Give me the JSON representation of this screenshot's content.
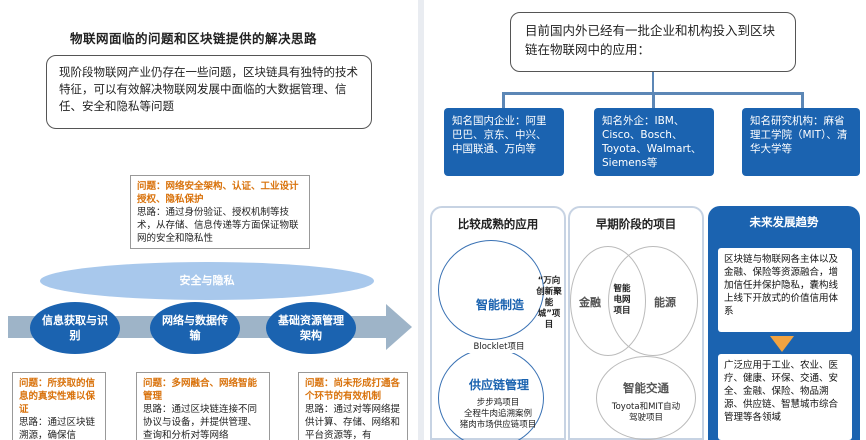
{
  "left": {
    "title": "物联网面临的问题和区块链提供的解决思路",
    "intro": "现阶段物联网产业仍存在一些问题，区块链具有独特的技术特征，可以有效解决物联网发展中面临的大数据管理、信任、安全和隐私等问题",
    "top_note": {
      "problem": "问题：网络安全架构、认证、工业设计授权、隐私保护",
      "idea": "思路：通过身份验证、授权机制等技术，从存储、信息传递等方面保证物联网的安全和隐私性"
    },
    "oval_label": "安全与隐私",
    "nodes": [
      "信息获取与识别",
      "网络与数据传输",
      "基础资源管理架构"
    ],
    "bottom_notes": [
      {
        "problem": "问题：所获取的信息的真实性难以保证",
        "idea": "思路：通过区块链溯源，确保信"
      },
      {
        "problem": "问题：多网融合、网络智能管理",
        "idea": "思路：通过区块链连接不同协议与设备，并提供管理、查询和分析对等网络"
      },
      {
        "problem": "问题：尚未形成打通各个环节的有效机制",
        "idea": "思路：通过对等网络提供计算、存储、网络和平台资源等，有"
      }
    ]
  },
  "right": {
    "title": "目前国内外已经有一批企业和机构投入到区块链在物联网中的应用：",
    "boxes": [
      "知名国内企业：阿里巴巴、京东、中兴、中国联通、万向等",
      "知名外企：IBM、Cisco、Bosch、Toyota、Walmart、Siemens等",
      "知名研究机构：麻省理工学院（MIT）、清华大学等"
    ],
    "columns": {
      "mature": {
        "title": "比较成熟的应用",
        "smart_manufacturing": "智能制造",
        "wanxiang_quote": "“万向创新聚能城”项目",
        "blocklet": "Blocklet项目",
        "supply_chain": "供应链管理",
        "supply_sub1": "步步鸡项目",
        "supply_sub2": "全程牛肉追溯案例",
        "supply_sub3": "猪肉市场供应链项目"
      },
      "early": {
        "title": "早期阶段的项目",
        "finance": "金融",
        "smart_grid": "智能电网项目",
        "energy": "能源",
        "smart_traffic": "智能交通",
        "toyota_mit": "Toyota和MIT自动驾驶项目"
      },
      "future": {
        "title": "未来发展趋势",
        "text1": "区块链与物联网各主体以及金融、保险等资源融合，增加信任并保护隐私，囊构线上线下开放式的价值信用体系",
        "text2": "广泛应用于工业、农业、医疗、健康、环保、交通、安全、金融、保险、物品溯源、供应链、智慧城市综合管理等各领域"
      }
    }
  },
  "colors": {
    "primary_blue": "#1b63b0",
    "light_blue": "#a8c8ec",
    "orange": "#d9730d",
    "gray_band": "#9eb4c8"
  }
}
